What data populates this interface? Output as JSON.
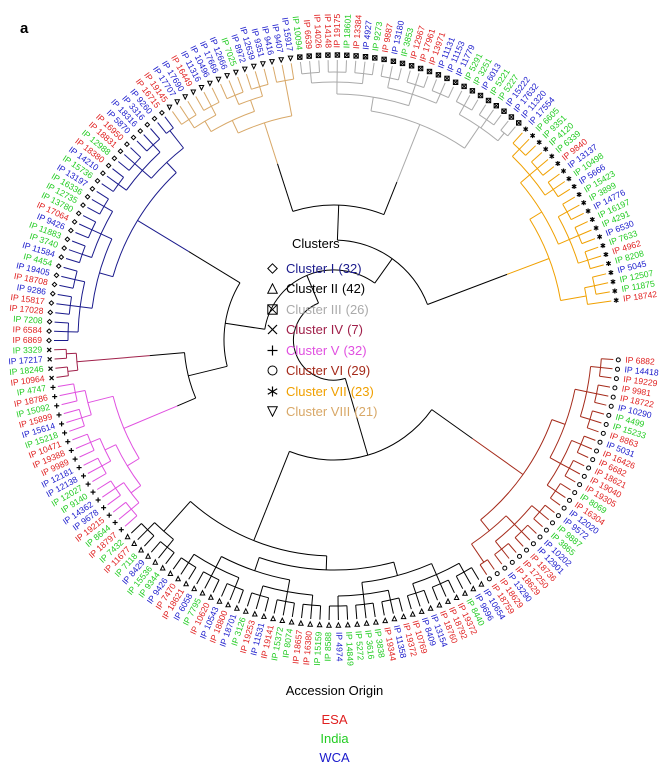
{
  "panel_label": "a",
  "clusters": {
    "title": "Clusters",
    "items": [
      {
        "name": "Cluster I",
        "count": "(32)",
        "color": "#1a1a8c",
        "symbol": "diamond"
      },
      {
        "name": "Cluster II",
        "count": "(42)",
        "color": "#000000",
        "symbol": "triangle-up"
      },
      {
        "name": "Cluster III",
        "count": "(26)",
        "color": "#aaaaaa",
        "symbol": "square-x"
      },
      {
        "name": "Cluster IV",
        "count": "(7)",
        "color": "#a0204a",
        "symbol": "cross"
      },
      {
        "name": "Cluster V",
        "count": "(32)",
        "color": "#e050e0",
        "symbol": "plus"
      },
      {
        "name": "Cluster VI",
        "count": "(29)",
        "color": "#a52a1a",
        "symbol": "circle"
      },
      {
        "name": "Cluster VII",
        "count": "(23)",
        "color": "#f0a000",
        "symbol": "asterisk"
      },
      {
        "name": "Cluster VIII",
        "count": "(21)",
        "color": "#d8a868",
        "symbol": "triangle-down"
      }
    ]
  },
  "origin_legend": {
    "title": "Accession Origin",
    "items": [
      {
        "label": "ESA",
        "color": "#e02020"
      },
      {
        "label": "India",
        "color": "#22cc22"
      },
      {
        "label": "WCA",
        "color": "#1a1acc"
      }
    ]
  },
  "leaves": [
    {
      "label": "IP 6882",
      "origin": "ESA",
      "cluster": 6
    },
    {
      "label": "IP 14418",
      "origin": "WCA",
      "cluster": 6
    },
    {
      "label": "IP 19229",
      "origin": "ESA",
      "cluster": 6
    },
    {
      "label": "IP 9981",
      "origin": "ESA",
      "cluster": 6
    },
    {
      "label": "IP 18722",
      "origin": "ESA",
      "cluster": 6
    },
    {
      "label": "IP 10290",
      "origin": "WCA",
      "cluster": 6
    },
    {
      "label": "IP 4499",
      "origin": "India",
      "cluster": 6
    },
    {
      "label": "IP 15233",
      "origin": "India",
      "cluster": 6
    },
    {
      "label": "IP 8863",
      "origin": "ESA",
      "cluster": 6
    },
    {
      "label": "IP 5031",
      "origin": "WCA",
      "cluster": 6
    },
    {
      "label": "IP 16426",
      "origin": "ESA",
      "cluster": 6
    },
    {
      "label": "IP 6682",
      "origin": "ESA",
      "cluster": 6
    },
    {
      "label": "IP 18621",
      "origin": "ESA",
      "cluster": 6
    },
    {
      "label": "IP 19040",
      "origin": "ESA",
      "cluster": 6
    },
    {
      "label": "IP 19305",
      "origin": "ESA",
      "cluster": 6
    },
    {
      "label": "IP 8069",
      "origin": "India",
      "cluster": 6
    },
    {
      "label": "IP 16304",
      "origin": "ESA",
      "cluster": 6
    },
    {
      "label": "IP 12020",
      "origin": "WCA",
      "cluster": 6
    },
    {
      "label": "IP 9572",
      "origin": "WCA",
      "cluster": 6
    },
    {
      "label": "IP 9887",
      "origin": "India",
      "cluster": 6
    },
    {
      "label": "IP 3865",
      "origin": "India",
      "cluster": 6
    },
    {
      "label": "IP 10202",
      "origin": "WCA",
      "cluster": 6
    },
    {
      "label": "IP 12901",
      "origin": "WCA",
      "cluster": 6
    },
    {
      "label": "IP 18736",
      "origin": "ESA",
      "cluster": 6
    },
    {
      "label": "IP 17250",
      "origin": "ESA",
      "cluster": 6
    },
    {
      "label": "IP 18629",
      "origin": "ESA",
      "cluster": 6
    },
    {
      "label": "IP 13290",
      "origin": "WCA",
      "cluster": 6
    },
    {
      "label": "IP 18629",
      "origin": "ESA",
      "cluster": 6
    },
    {
      "label": "IP 18759",
      "origin": "ESA",
      "cluster": 6
    },
    {
      "label": "IP 10654",
      "origin": "WCA",
      "cluster": 2
    },
    {
      "label": "IP 9696",
      "origin": "WCA",
      "cluster": 2
    },
    {
      "label": "IP 8440",
      "origin": "India",
      "cluster": 2
    },
    {
      "label": "IP 19372",
      "origin": "ESA",
      "cluster": 2
    },
    {
      "label": "IP 18792",
      "origin": "ESA",
      "cluster": 2
    },
    {
      "label": "IP 18760",
      "origin": "ESA",
      "cluster": 2
    },
    {
      "label": "IP 13154",
      "origin": "WCA",
      "cluster": 2
    },
    {
      "label": "IP 8409",
      "origin": "WCA",
      "cluster": 2
    },
    {
      "label": "IP 10769",
      "origin": "ESA",
      "cluster": 2
    },
    {
      "label": "IP 19372",
      "origin": "ESA",
      "cluster": 2
    },
    {
      "label": "IP 11358",
      "origin": "WCA",
      "cluster": 2
    },
    {
      "label": "IP 19344",
      "origin": "ESA",
      "cluster": 2
    },
    {
      "label": "IP 3838",
      "origin": "India",
      "cluster": 2
    },
    {
      "label": "IP 3616",
      "origin": "India",
      "cluster": 2
    },
    {
      "label": "IP 5272",
      "origin": "India",
      "cluster": 2
    },
    {
      "label": "IP 14849",
      "origin": "India",
      "cluster": 2
    },
    {
      "label": "IP 4974",
      "origin": "WCA",
      "cluster": 2
    },
    {
      "label": "IP 8588",
      "origin": "India",
      "cluster": 2
    },
    {
      "label": "IP 15159",
      "origin": "India",
      "cluster": 2
    },
    {
      "label": "IP 16380",
      "origin": "ESA",
      "cluster": 2
    },
    {
      "label": "IP 18657",
      "origin": "ESA",
      "cluster": 2
    },
    {
      "label": "IP 8074",
      "origin": "India",
      "cluster": 2
    },
    {
      "label": "IP 15372",
      "origin": "India",
      "cluster": 2
    },
    {
      "label": "IP 19141",
      "origin": "ESA",
      "cluster": 2
    },
    {
      "label": "IP 11531",
      "origin": "WCA",
      "cluster": 2
    },
    {
      "label": "IP 19253",
      "origin": "ESA",
      "cluster": 2
    },
    {
      "label": "IP 3126",
      "origin": "India",
      "cluster": 2
    },
    {
      "label": "IP 18701",
      "origin": "WCA",
      "cluster": 2
    },
    {
      "label": "IP 18800",
      "origin": "ESA",
      "cluster": 2
    },
    {
      "label": "IP 10543",
      "origin": "WCA",
      "cluster": 2
    },
    {
      "label": "IP 10620",
      "origin": "ESA",
      "cluster": 2
    },
    {
      "label": "IP 7795",
      "origin": "India",
      "cluster": 2
    },
    {
      "label": "IP 6058",
      "origin": "WCA",
      "cluster": 2
    },
    {
      "label": "IP 18621",
      "origin": "ESA",
      "cluster": 2
    },
    {
      "label": "IP 7470",
      "origin": "ESA",
      "cluster": 2
    },
    {
      "label": "IP 9426",
      "origin": "WCA",
      "cluster": 2
    },
    {
      "label": "IP 9344",
      "origin": "India",
      "cluster": 2
    },
    {
      "label": "IP 15536",
      "origin": "India",
      "cluster": 2
    },
    {
      "label": "IP 8429",
      "origin": "WCA",
      "cluster": 2
    },
    {
      "label": "IP 7118",
      "origin": "India",
      "cluster": 2
    },
    {
      "label": "IP 11677",
      "origin": "ESA",
      "cluster": 2
    },
    {
      "label": "IP 7432",
      "origin": "India",
      "cluster": 2
    },
    {
      "label": "IP 18797",
      "origin": "ESA",
      "cluster": 5
    },
    {
      "label": "IP 8644",
      "origin": "India",
      "cluster": 5
    },
    {
      "label": "IP 19215",
      "origin": "ESA",
      "cluster": 5
    },
    {
      "label": "IP 9678",
      "origin": "WCA",
      "cluster": 5
    },
    {
      "label": "IP 14362",
      "origin": "WCA",
      "cluster": 5
    },
    {
      "label": "IP 9140",
      "origin": "India",
      "cluster": 5
    },
    {
      "label": "IP 12027",
      "origin": "India",
      "cluster": 5
    },
    {
      "label": "IP 12138",
      "origin": "WCA",
      "cluster": 5
    },
    {
      "label": "IP 12181",
      "origin": "WCA",
      "cluster": 5
    },
    {
      "label": "IP 9989",
      "origin": "ESA",
      "cluster": 5
    },
    {
      "label": "IP 19388",
      "origin": "ESA",
      "cluster": 5
    },
    {
      "label": "IP 10471",
      "origin": "ESA",
      "cluster": 5
    },
    {
      "label": "IP 15218",
      "origin": "India",
      "cluster": 5
    },
    {
      "label": "IP 15614",
      "origin": "WCA",
      "cluster": 5
    },
    {
      "label": "IP 15899",
      "origin": "ESA",
      "cluster": 5
    },
    {
      "label": "IP 15092",
      "origin": "India",
      "cluster": 5
    },
    {
      "label": "IP 18786",
      "origin": "ESA",
      "cluster": 5
    },
    {
      "label": "IP 4747",
      "origin": "India",
      "cluster": 5
    },
    {
      "label": "IP 10964",
      "origin": "ESA",
      "cluster": 4
    },
    {
      "label": "IP 18246",
      "origin": "India",
      "cluster": 4
    },
    {
      "label": "IP 17217",
      "origin": "WCA",
      "cluster": 4
    },
    {
      "label": "IP 3329",
      "origin": "India",
      "cluster": 4
    },
    {
      "label": "IP 6869",
      "origin": "ESA",
      "cluster": 1
    },
    {
      "label": "IP 6584",
      "origin": "ESA",
      "cluster": 1
    },
    {
      "label": "IP 7208",
      "origin": "India",
      "cluster": 1
    },
    {
      "label": "IP 17028",
      "origin": "ESA",
      "cluster": 1
    },
    {
      "label": "IP 15817",
      "origin": "ESA",
      "cluster": 1
    },
    {
      "label": "IP 9286",
      "origin": "WCA",
      "cluster": 1
    },
    {
      "label": "IP 18708",
      "origin": "ESA",
      "cluster": 1
    },
    {
      "label": "IP 19405",
      "origin": "WCA",
      "cluster": 1
    },
    {
      "label": "IP 4454",
      "origin": "India",
      "cluster": 1
    },
    {
      "label": "IP 11584",
      "origin": "WCA",
      "cluster": 1
    },
    {
      "label": "IP 3740",
      "origin": "India",
      "cluster": 1
    },
    {
      "label": "IP 11883",
      "origin": "India",
      "cluster": 1
    },
    {
      "label": "IP 9426",
      "origin": "WCA",
      "cluster": 1
    },
    {
      "label": "IP 17064",
      "origin": "ESA",
      "cluster": 1
    },
    {
      "label": "IP 13780",
      "origin": "India",
      "cluster": 1
    },
    {
      "label": "IP 12735",
      "origin": "India",
      "cluster": 1
    },
    {
      "label": "IP 16336",
      "origin": "India",
      "cluster": 1
    },
    {
      "label": "IP 13197",
      "origin": "WCA",
      "cluster": 1
    },
    {
      "label": "IP 15736",
      "origin": "India",
      "cluster": 1
    },
    {
      "label": "IP 14210",
      "origin": "WCA",
      "cluster": 1
    },
    {
      "label": "IP 18380",
      "origin": "ESA",
      "cluster": 1
    },
    {
      "label": "IP 12988",
      "origin": "India",
      "cluster": 1
    },
    {
      "label": "IP 18831",
      "origin": "ESA",
      "cluster": 1
    },
    {
      "label": "IP 16950",
      "origin": "ESA",
      "cluster": 1
    },
    {
      "label": "IP 5870",
      "origin": "WCA",
      "cluster": 1
    },
    {
      "label": "IP 18316",
      "origin": "WCA",
      "cluster": 1
    },
    {
      "label": "IP 3316",
      "origin": "WCA",
      "cluster": 1
    },
    {
      "label": "IP 9260",
      "origin": "WCA",
      "cluster": 1
    },
    {
      "label": "IP 16715",
      "origin": "ESA",
      "cluster": 1
    },
    {
      "label": "IP 19145",
      "origin": "ESA",
      "cluster": 8
    },
    {
      "label": "IP 17707",
      "origin": "WCA",
      "cluster": 8
    },
    {
      "label": "IP 17690",
      "origin": "WCA",
      "cluster": 8
    },
    {
      "label": "IP 16449",
      "origin": "ESA",
      "cluster": 8
    },
    {
      "label": "IP 11316",
      "origin": "WCA",
      "cluster": 8
    },
    {
      "label": "IP 10496",
      "origin": "WCA",
      "cluster": 8
    },
    {
      "label": "IP 17666",
      "origin": "WCA",
      "cluster": 8
    },
    {
      "label": "IP 12666",
      "origin": "WCA",
      "cluster": 8
    },
    {
      "label": "IP 7025",
      "origin": "India",
      "cluster": 8
    },
    {
      "label": "IP 8972",
      "origin": "WCA",
      "cluster": 8
    },
    {
      "label": "IP 12639",
      "origin": "WCA",
      "cluster": 8
    },
    {
      "label": "IP 9351",
      "origin": "WCA",
      "cluster": 8
    },
    {
      "label": "IP 9416",
      "origin": "WCA",
      "cluster": 8
    },
    {
      "label": "IP 9407",
      "origin": "WCA",
      "cluster": 8
    },
    {
      "label": "IP 15917",
      "origin": "WCA",
      "cluster": 8
    },
    {
      "label": "IP 10094",
      "origin": "India",
      "cluster": 3
    },
    {
      "label": "IP 6639",
      "origin": "ESA",
      "cluster": 3
    },
    {
      "label": "IP 14026",
      "origin": "ESA",
      "cluster": 3
    },
    {
      "label": "IP 14148",
      "origin": "ESA",
      "cluster": 3
    },
    {
      "label": "IP 19175",
      "origin": "ESA",
      "cluster": 3
    },
    {
      "label": "IP 18601",
      "origin": "India",
      "cluster": 3
    },
    {
      "label": "IP 13384",
      "origin": "ESA",
      "cluster": 3
    },
    {
      "label": "IP 4927",
      "origin": "WCA",
      "cluster": 3
    },
    {
      "label": "IP 9273",
      "origin": "India",
      "cluster": 3
    },
    {
      "label": "IP 9887",
      "origin": "ESA",
      "cluster": 3
    },
    {
      "label": "IP 13180",
      "origin": "WCA",
      "cluster": 3
    },
    {
      "label": "IP 3853",
      "origin": "India",
      "cluster": 3
    },
    {
      "label": "IP 12967",
      "origin": "ESA",
      "cluster": 3
    },
    {
      "label": "IP 17961",
      "origin": "ESA",
      "cluster": 3
    },
    {
      "label": "IP 13971",
      "origin": "ESA",
      "cluster": 3
    },
    {
      "label": "IP 11131",
      "origin": "WCA",
      "cluster": 3
    },
    {
      "label": "IP 11153",
      "origin": "WCA",
      "cluster": 3
    },
    {
      "label": "IP 11779",
      "origin": "WCA",
      "cluster": 3
    },
    {
      "label": "IP 5291",
      "origin": "India",
      "cluster": 3
    },
    {
      "label": "IP 3251",
      "origin": "India",
      "cluster": 3
    },
    {
      "label": "IP 6013",
      "origin": "WCA",
      "cluster": 3
    },
    {
      "label": "IP 5221",
      "origin": "India",
      "cluster": 3
    },
    {
      "label": "IP 5227",
      "origin": "India",
      "cluster": 3
    },
    {
      "label": "IP 15222",
      "origin": "WCA",
      "cluster": 3
    },
    {
      "label": "IP 17632",
      "origin": "WCA",
      "cluster": 3
    },
    {
      "label": "IP 11320",
      "origin": "WCA",
      "cluster": 3
    },
    {
      "label": "IP 17554",
      "origin": "WCA",
      "cluster": 7
    },
    {
      "label": "IP 6605",
      "origin": "India",
      "cluster": 7
    },
    {
      "label": "IP 9351",
      "origin": "India",
      "cluster": 7
    },
    {
      "label": "IP 4120",
      "origin": "India",
      "cluster": 7
    },
    {
      "label": "IP 6339",
      "origin": "India",
      "cluster": 7
    },
    {
      "label": "IP 9840",
      "origin": "ESA",
      "cluster": 7
    },
    {
      "label": "IP 13137",
      "origin": "WCA",
      "cluster": 7
    },
    {
      "label": "IP 10498",
      "origin": "India",
      "cluster": 7
    },
    {
      "label": "IP 5666",
      "origin": "WCA",
      "cluster": 7
    },
    {
      "label": "IP 15423",
      "origin": "India",
      "cluster": 7
    },
    {
      "label": "IP 3899",
      "origin": "India",
      "cluster": 7
    },
    {
      "label": "IP 14776",
      "origin": "WCA",
      "cluster": 7
    },
    {
      "label": "IP 16197",
      "origin": "India",
      "cluster": 7
    },
    {
      "label": "IP 4291",
      "origin": "India",
      "cluster": 7
    },
    {
      "label": "IP 6530",
      "origin": "WCA",
      "cluster": 7
    },
    {
      "label": "IP 7633",
      "origin": "India",
      "cluster": 7
    },
    {
      "label": "IP 4962",
      "origin": "ESA",
      "cluster": 7
    },
    {
      "label": "IP 8208",
      "origin": "India",
      "cluster": 7
    },
    {
      "label": "IP 5045",
      "origin": "WCA",
      "cluster": 7
    },
    {
      "label": "IP 12507",
      "origin": "India",
      "cluster": 7
    },
    {
      "label": "IP 11875",
      "origin": "India",
      "cluster": 7
    },
    {
      "label": "IP 18742",
      "origin": "ESA",
      "cluster": 7
    }
  ]
}
